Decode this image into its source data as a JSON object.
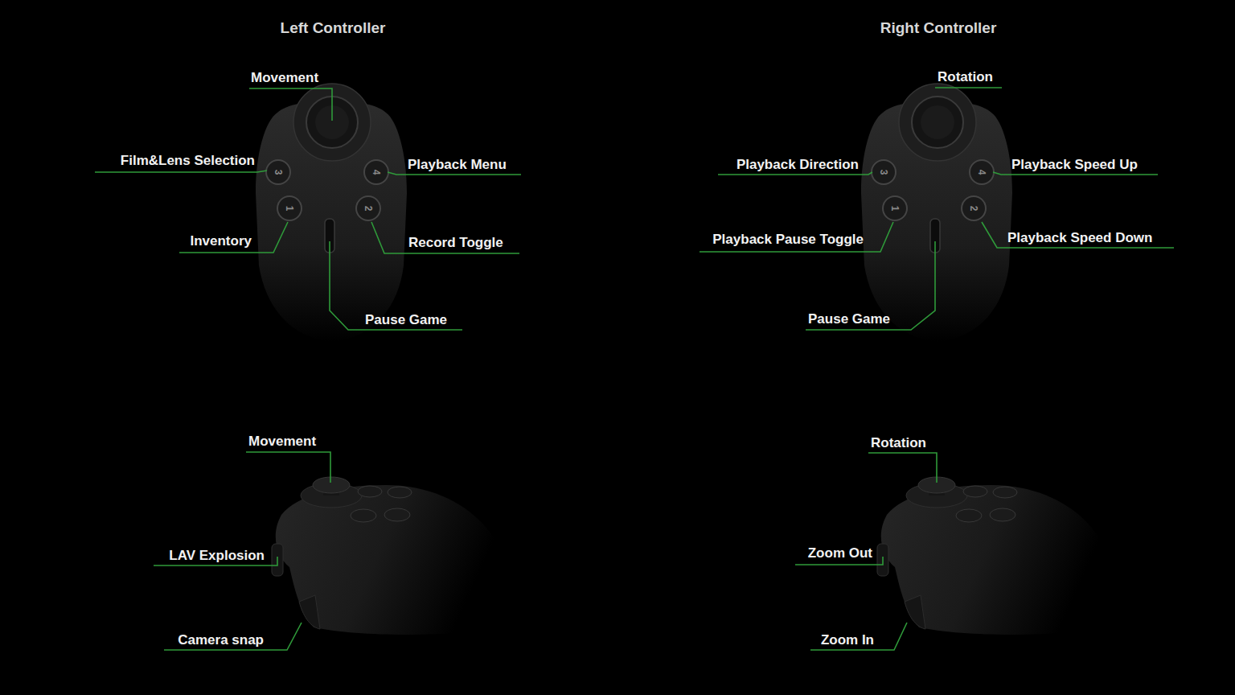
{
  "diagram": {
    "labels": [
      "Left Controller",
      "Right Controller",
      "Movement",
      "Film&Lens Selection",
      "Playback Menu",
      "Inventory",
      "Record Toggle",
      "Pause Game",
      "3",
      "4",
      "1",
      "2",
      "Rotation",
      "Playback Direction",
      "Playback Speed Up",
      "Playback Pause Toggle",
      "Playback Speed Down",
      "Pause Game",
      "3",
      "4",
      "1",
      "2",
      "Movement",
      "LAV Explosion",
      "Camera snap",
      "Rotation",
      "Zoom Out",
      "Zoom In"
    ]
  }
}
